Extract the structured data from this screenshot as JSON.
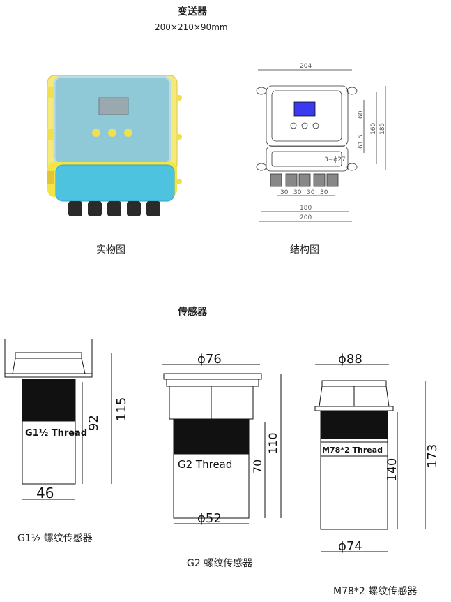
{
  "transmitter": {
    "title": "变送器",
    "size": "200×210×90mm",
    "photo_caption": "实物图",
    "drawing_caption": "结构图",
    "dims": {
      "top": "204",
      "d1": "60",
      "d2": "61.5",
      "d3": "160",
      "d4": "185",
      "holes": "3−ϕ27",
      "pitch": "30",
      "w1": "180",
      "w2": "200"
    }
  },
  "sensors": {
    "title": "传感器",
    "items": [
      {
        "caption": "G1½ 螺纹传感器",
        "thread": "G1½ Thread",
        "h_total": "115",
        "h_thread": "92",
        "dia": "46"
      },
      {
        "caption": "G2 螺纹传感器",
        "thread": "G2 Thread",
        "top_dia": "ϕ76",
        "h_total": "110",
        "h_thread": "70",
        "dia": "ϕ52"
      },
      {
        "caption": "M78*2 螺纹传感器",
        "thread": "M78*2 Thread",
        "top_dia": "ϕ88",
        "h_total": "173",
        "h_thread": "140",
        "dia": "ϕ74"
      }
    ]
  }
}
